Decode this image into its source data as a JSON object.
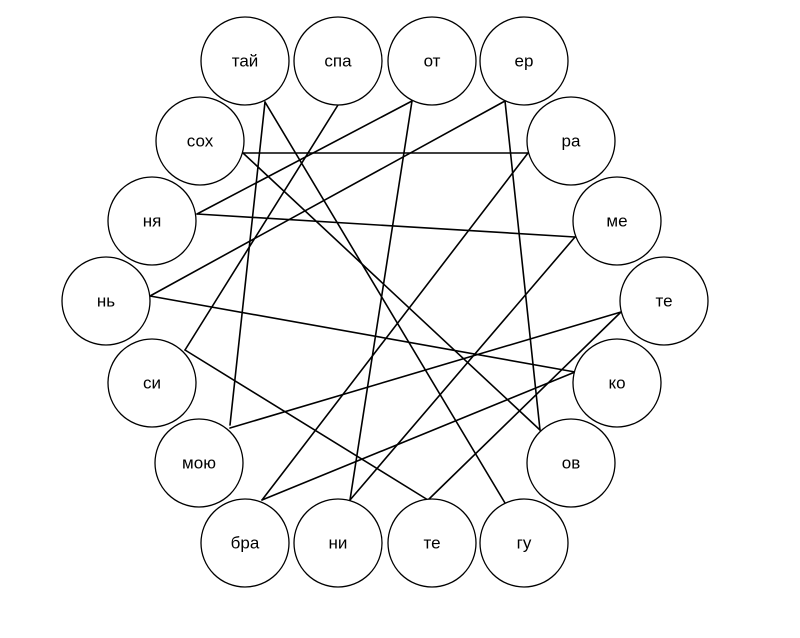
{
  "nodes": [
    {
      "id": "n1",
      "label": "тай"
    },
    {
      "id": "n2",
      "label": "спа"
    },
    {
      "id": "n3",
      "label": "от"
    },
    {
      "id": "n4",
      "label": "ер"
    },
    {
      "id": "n5",
      "label": "сох"
    },
    {
      "id": "n6",
      "label": "ра"
    },
    {
      "id": "n7",
      "label": "ня"
    },
    {
      "id": "n8",
      "label": "ме"
    },
    {
      "id": "n9",
      "label": "нь"
    },
    {
      "id": "n10",
      "label": "те"
    },
    {
      "id": "n11",
      "label": "си"
    },
    {
      "id": "n12",
      "label": "ко"
    },
    {
      "id": "n13",
      "label": "мою"
    },
    {
      "id": "n14",
      "label": "ов"
    },
    {
      "id": "n15",
      "label": "бра"
    },
    {
      "id": "n16",
      "label": "ни"
    },
    {
      "id": "n17",
      "label": "те"
    },
    {
      "id": "n18",
      "label": "гу"
    }
  ],
  "edges": [
    {
      "from": "n1",
      "to": "n13"
    },
    {
      "from": "n1",
      "to": "n18"
    },
    {
      "from": "n5",
      "to": "n6"
    },
    {
      "from": "n5",
      "to": "n14"
    },
    {
      "from": "n2",
      "to": "n11"
    },
    {
      "from": "n3",
      "to": "n7"
    },
    {
      "from": "n3",
      "to": "n16"
    },
    {
      "from": "n4",
      "to": "n9"
    },
    {
      "from": "n4",
      "to": "n14"
    },
    {
      "from": "n7",
      "to": "n8"
    },
    {
      "from": "n9",
      "to": "n12"
    },
    {
      "from": "n6",
      "to": "n15"
    },
    {
      "from": "n8",
      "to": "n16"
    },
    {
      "from": "n10",
      "to": "n13"
    },
    {
      "from": "n11",
      "to": "n17"
    },
    {
      "from": "n12",
      "to": "n15"
    },
    {
      "from": "n12",
      "to": "n17"
    }
  ]
}
